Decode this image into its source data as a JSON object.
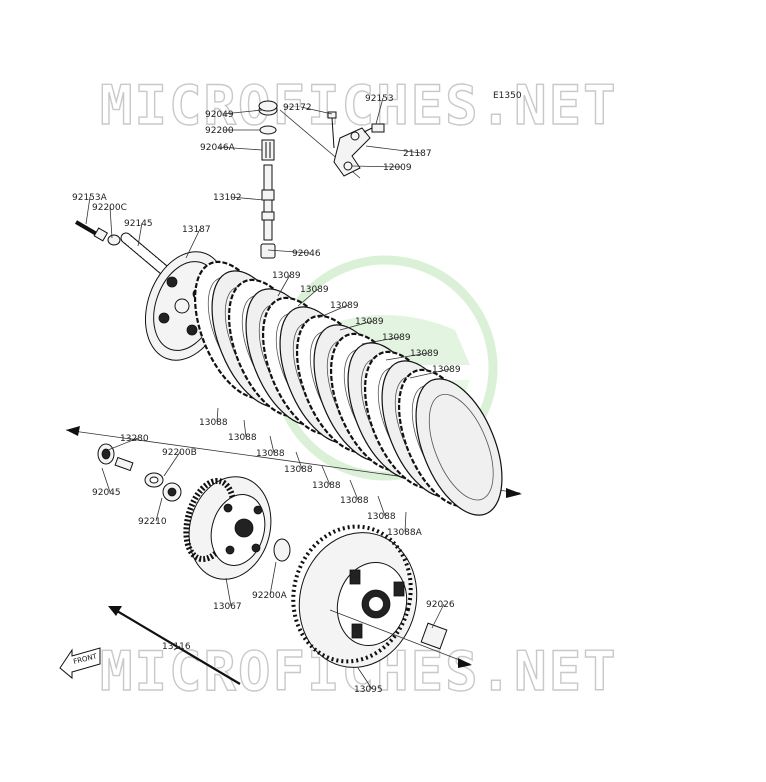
{
  "diagram": {
    "ref_code": "E1350",
    "watermark_text": "MICROFICHES.NET",
    "front_label": "FRONT",
    "callouts": [
      {
        "id": "92049"
      },
      {
        "id": "92172"
      },
      {
        "id": "92153"
      },
      {
        "id": "92200"
      },
      {
        "id": "92046A"
      },
      {
        "id": "21187"
      },
      {
        "id": "12009"
      },
      {
        "id": "13102"
      },
      {
        "id": "92153A"
      },
      {
        "id": "92200C"
      },
      {
        "id": "92145"
      },
      {
        "id": "13187"
      },
      {
        "id": "92046"
      },
      {
        "id": "13089"
      },
      {
        "id": "13089"
      },
      {
        "id": "13089"
      },
      {
        "id": "13089"
      },
      {
        "id": "13089"
      },
      {
        "id": "13089"
      },
      {
        "id": "13089"
      },
      {
        "id": "13088"
      },
      {
        "id": "13088"
      },
      {
        "id": "13088"
      },
      {
        "id": "13088"
      },
      {
        "id": "13088"
      },
      {
        "id": "13088"
      },
      {
        "id": "13088"
      },
      {
        "id": "13088A"
      },
      {
        "id": "13280"
      },
      {
        "id": "92200B"
      },
      {
        "id": "92045"
      },
      {
        "id": "92210"
      },
      {
        "id": "13067"
      },
      {
        "id": "92200A"
      },
      {
        "id": "92026"
      },
      {
        "id": "13116"
      },
      {
        "id": "13095"
      }
    ]
  }
}
